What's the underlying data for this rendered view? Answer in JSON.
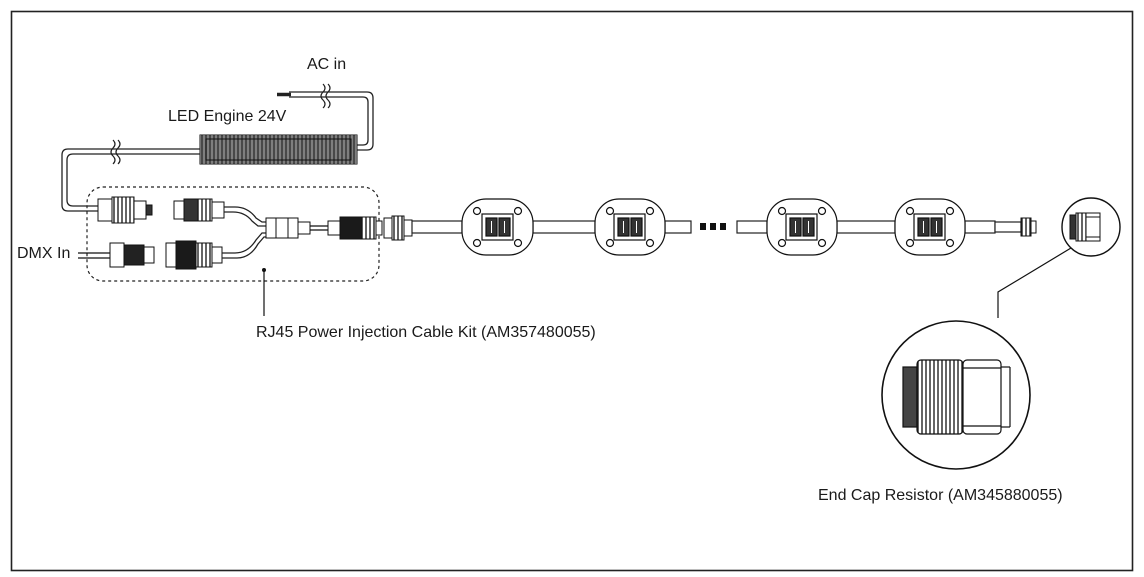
{
  "labels": {
    "ac_in": "AC in",
    "led_engine": "LED Engine 24V",
    "dmx_in": "DMX In",
    "injection_kit": "RJ45 Power Injection Cable Kit (AM357480055)",
    "end_cap": "End Cap Resistor (AM345880055)"
  },
  "diagram": {
    "fixture_count_visible": 4,
    "continuation_marker": "ellipsis"
  }
}
